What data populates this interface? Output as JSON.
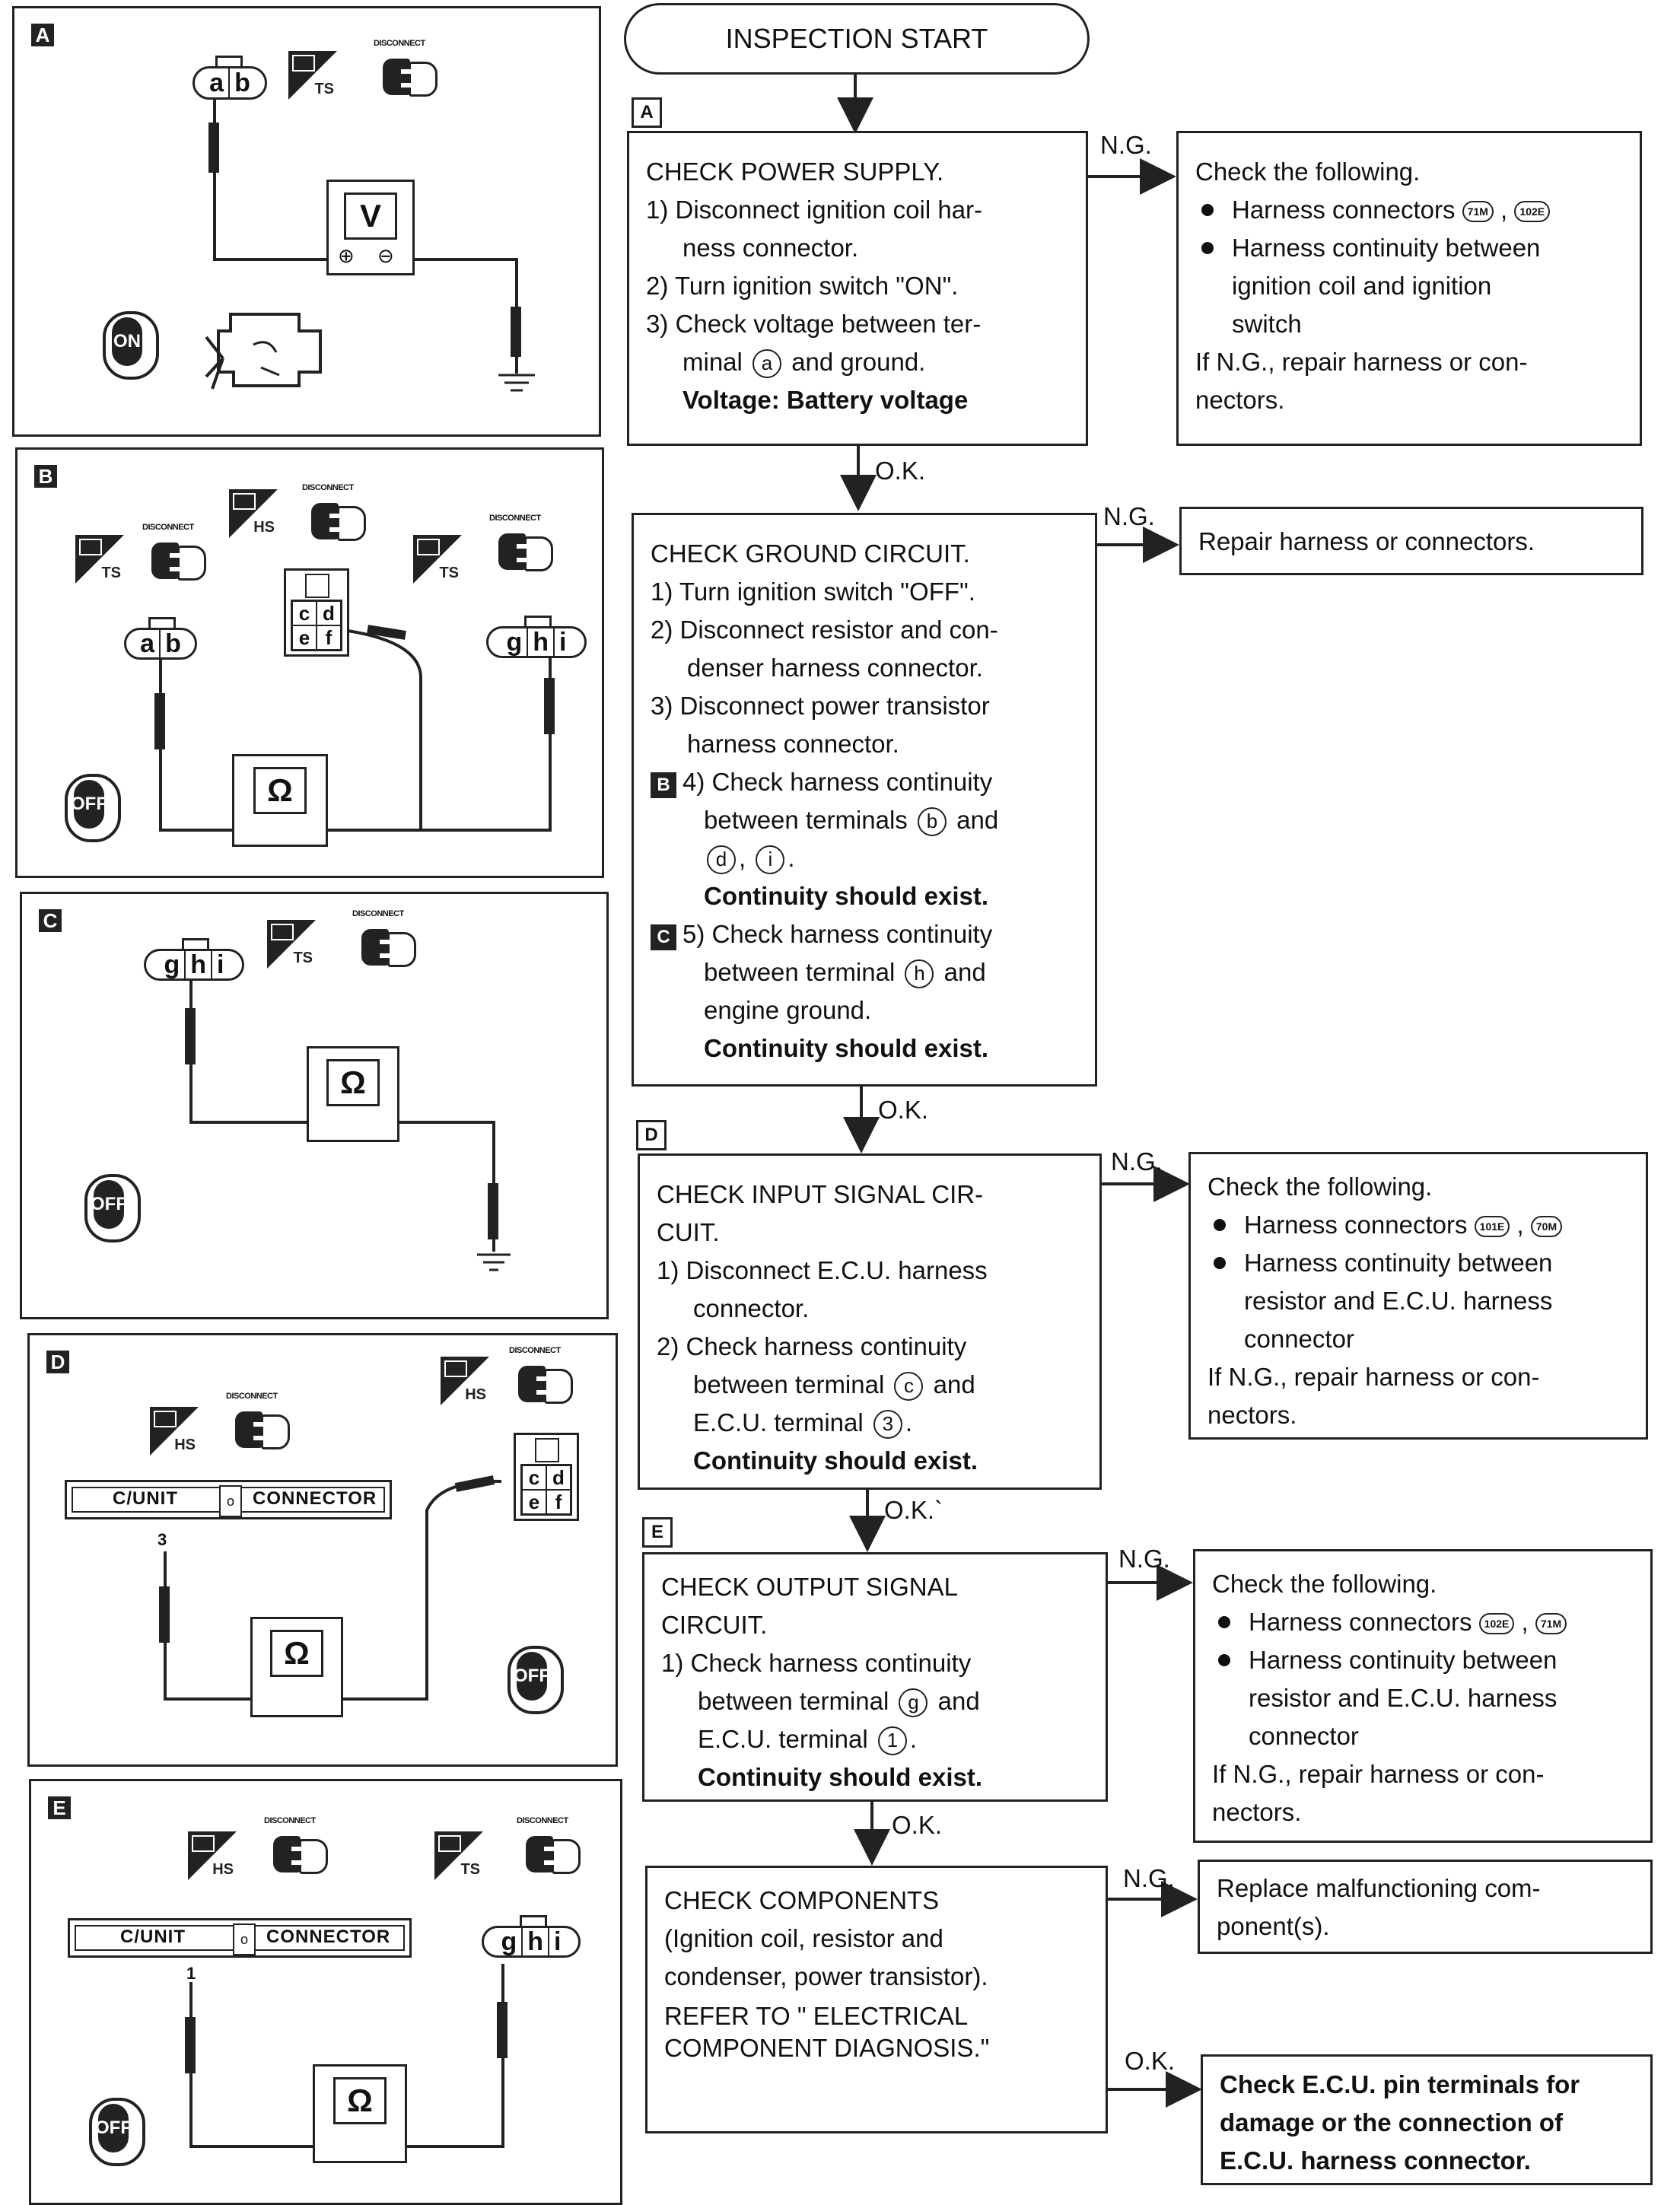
{
  "panels": {
    "A": {
      "label": "A",
      "connector": [
        "a",
        "b"
      ],
      "meter": "V",
      "plus": "⊕",
      "minus": "⊖",
      "key": "ON",
      "tag_ts": "TS",
      "disconnect": "DISCONNECT"
    },
    "B": {
      "label": "B",
      "conn_left": [
        "a",
        "b"
      ],
      "conn_mid": [
        "c",
        "d",
        "e",
        "f"
      ],
      "conn_right": [
        "g",
        "h",
        "i"
      ],
      "meter": "Ω",
      "key": "OFF",
      "tag_ts": "TS",
      "tag_hs": "HS",
      "disconnect": "DISCONNECT"
    },
    "C": {
      "label": "C",
      "connector": [
        "g",
        "h",
        "i"
      ],
      "meter": "Ω",
      "key": "OFF",
      "tag_ts": "TS",
      "disconnect": "DISCONNECT"
    },
    "D": {
      "label": "D",
      "cunit": "C/UNIT",
      "cunit_conn": "CONNECTOR",
      "cunit_mid": "o",
      "pin": "3",
      "conn_right": [
        "c",
        "d",
        "e",
        "f"
      ],
      "meter": "Ω",
      "key": "OFF",
      "tag_hs": "HS",
      "disconnect": "DISCONNECT"
    },
    "E": {
      "label": "E",
      "cunit": "C/UNIT",
      "cunit_conn": "CONNECTOR",
      "cunit_mid": "o",
      "pin": "1",
      "connector": [
        "g",
        "h",
        "i"
      ],
      "meter": "Ω",
      "key": "OFF",
      "tag_hs": "HS",
      "tag_ts": "TS",
      "disconnect": "DISCONNECT"
    }
  },
  "flow": {
    "start": "INSPECTION START",
    "step_a_label": "A",
    "step_d_label": "D",
    "step_e_label": "E",
    "ng": "N.G.",
    "ok": "O.K.",
    "ok_d": "O.K.`",
    "box1": {
      "title": "CHECK POWER SUPPLY.",
      "l1": "1) Disconnect ignition coil har-",
      "l1b": "ness connector.",
      "l2": "2) Turn ignition switch \"ON\".",
      "l3": "3) Check voltage between ter-",
      "l3b_pre": "minal",
      "l3b_term": "a",
      "l3b_post": "and ground.",
      "spec": "Voltage:  Battery voltage"
    },
    "ng1": {
      "title": "Check the following.",
      "b1_pre": "Harness connectors",
      "b1_c1": "71M",
      "b1_c2": "102E",
      "b2a": "Harness continuity between",
      "b2b": "ignition coil and ignition",
      "b2c": "switch",
      "f1": "If N.G., repair harness or con-",
      "f2": "nectors."
    },
    "box2": {
      "title": "CHECK GROUND CIRCUIT.",
      "l1": "1) Turn ignition switch \"OFF\".",
      "l2": "2) Disconnect resistor and con-",
      "l2b": "denser harness connector.",
      "l3": "3) Disconnect power transistor",
      "l3b": "harness connector.",
      "mark4": "B",
      "l4": "4) Check harness continuity",
      "l4b_pre": "between terminals",
      "l4b_term": "b",
      "l4b_post": "and",
      "l4c_t1": "d",
      "l4c_t2": "i",
      "l4spec": "Continuity should exist.",
      "mark5": "C",
      "l5": "5) Check harness continuity",
      "l5b_pre": "between terminal",
      "l5b_term": "h",
      "l5b_post": "and",
      "l5c": "engine ground.",
      "l5spec": "Continuity should exist."
    },
    "ng2": {
      "text": "Repair harness or connectors."
    },
    "box3": {
      "title1": "CHECK INPUT SIGNAL CIR-",
      "title2": "CUIT.",
      "l1": "1) Disconnect E.C.U. harness",
      "l1b": "connector.",
      "l2": "2) Check harness continuity",
      "l2b_pre": "between terminal",
      "l2b_term": "c",
      "l2b_post": "and",
      "l2c_pre": "E.C.U. terminal",
      "l2c_term": "3",
      "spec": "Continuity should exist."
    },
    "ng3": {
      "title": "Check the following.",
      "b1_pre": "Harness connectors",
      "b1_c1": "101E",
      "b1_c2": "70M",
      "b2a": "Harness continuity between",
      "b2b": "resistor and E.C.U. harness",
      "b2c": "connector",
      "f1": "If N.G., repair harness or con-",
      "f2": "nectors."
    },
    "box4": {
      "title1": "CHECK OUTPUT SIGNAL",
      "title2": "CIRCUIT.",
      "l1": "1) Check harness continuity",
      "l1b_pre": "between terminal",
      "l1b_term": "g",
      "l1b_post": "and",
      "l1c_pre": "E.C.U. terminal",
      "l1c_term": "1",
      "spec": "Continuity should exist."
    },
    "ng4": {
      "title": "Check the following.",
      "b1_pre": "Harness connectors",
      "b1_c1": "102E",
      "b1_c2": "71M",
      "b2a": "Harness continuity between",
      "b2b": "resistor and E.C.U. harness",
      "b2c": "connector",
      "f1": "If N.G., repair harness or con-",
      "f2": "nectors."
    },
    "box5": {
      "title": "CHECK COMPONENTS",
      "l1": "(Ignition coil, resistor and",
      "l2": "condenser, power transistor).",
      "l3": "REFER TO \" ELECTRICAL",
      "l4": "COMPONENT DIAGNOSIS.\""
    },
    "ng5": {
      "l1": "Replace malfunctioning com-",
      "l2": "ponent(s)."
    },
    "ok5": {
      "l1": "Check E.C.U. pin terminals for",
      "l2": "damage or the connection of",
      "l3": "E.C.U. harness connector."
    }
  }
}
